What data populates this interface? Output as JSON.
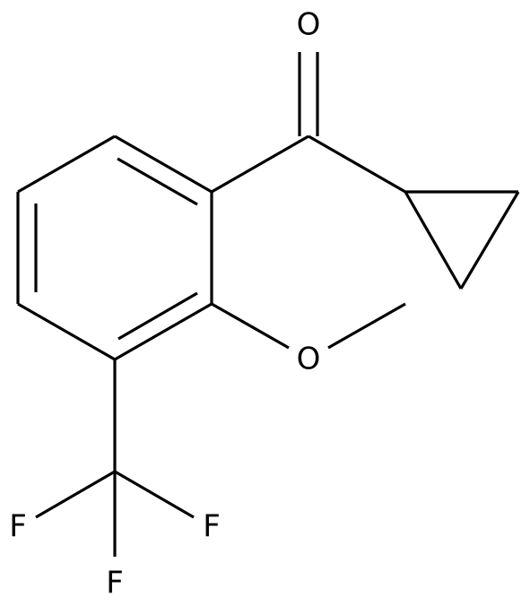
{
  "molecule": {
    "atoms": [
      {
        "id": "O_carbonyl",
        "label": "O"
      },
      {
        "id": "O_methoxy",
        "label": "O"
      },
      {
        "id": "F_left",
        "label": "F"
      },
      {
        "id": "F_right",
        "label": "F"
      },
      {
        "id": "F_bottom",
        "label": "F"
      }
    ]
  },
  "colors": {
    "background": "#ffffff",
    "bond": "#000000",
    "text": "#000000"
  }
}
